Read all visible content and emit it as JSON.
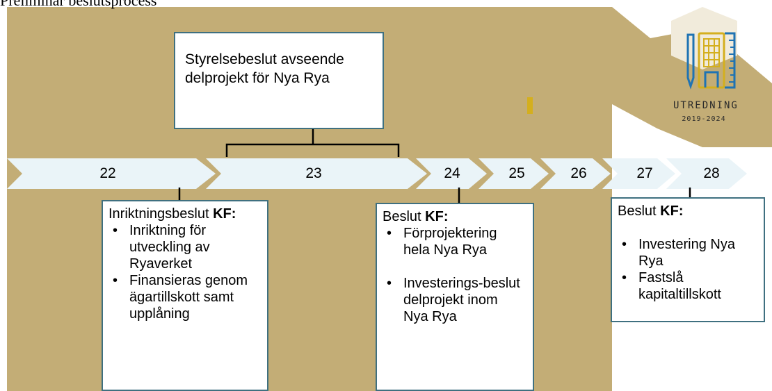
{
  "page": {
    "heading": "Preliminär beslutsprocess",
    "colors": {
      "background": "#c3ad76",
      "chevron": "#eaf4f8",
      "box_border": "#3f7080",
      "marker": "#d4af1e",
      "logo_blue": "#1f73b3"
    }
  },
  "logo": {
    "icon": "building-ruler-pencil-icon",
    "title": "UTREDNING",
    "years": "2019-2024"
  },
  "timeline": {
    "years": [
      "22",
      "23",
      "24",
      "25",
      "26",
      "27",
      "28"
    ]
  },
  "boxes": {
    "board": {
      "text": "Styrelsebeslut avseende delprojekt för Nya Rya"
    },
    "direction": {
      "title": "Inriktningsbeslut ",
      "title_bold": "KF:",
      "items": [
        "Inriktning för utveckling av Ryaverket",
        "Finansieras genom ägartillskott samt upplåning"
      ]
    },
    "decision24": {
      "title": "Beslut ",
      "title_bold": "KF:",
      "items": [
        "Förprojektering hela Nya Rya",
        "Investerings-beslut delprojekt inom Nya Rya"
      ]
    },
    "decision28": {
      "title": "Beslut ",
      "title_bold": "KF:",
      "items": [
        "Investering Nya Rya",
        "Fastslå kapitaltillskott"
      ]
    }
  }
}
